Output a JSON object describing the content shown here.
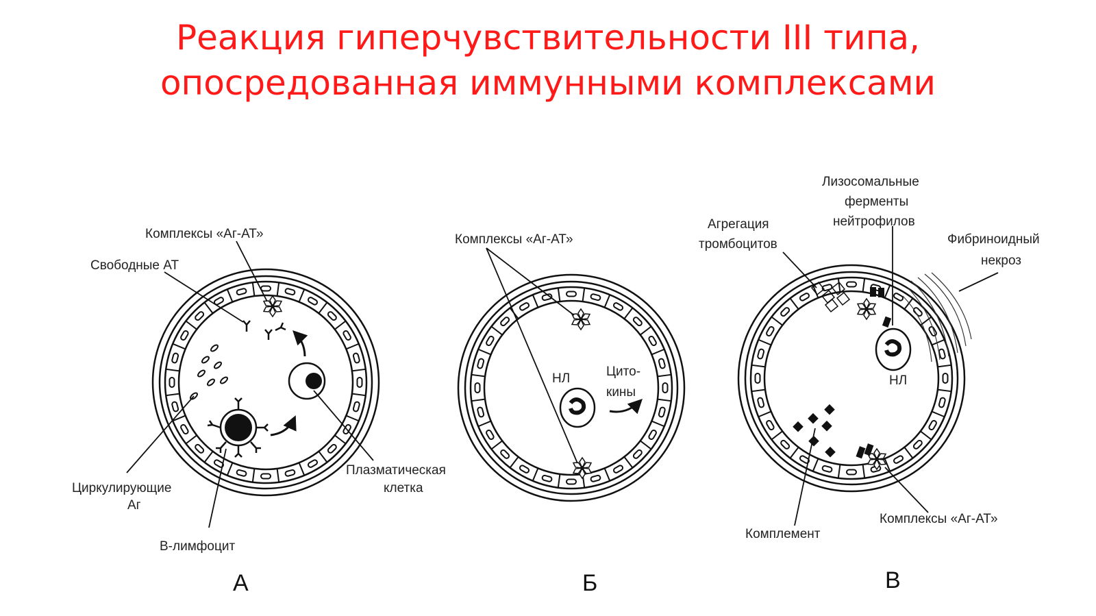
{
  "title": {
    "line1": "Реакция гиперчувствительности III типа,",
    "line2": "опосредованная иммунными комплексами"
  },
  "colors": {
    "title": "#ff1a1a",
    "ink": "#111111"
  },
  "panel_a": {
    "letter": "А",
    "labels": {
      "complexes": "Комплексы «Аг-АТ»",
      "free_ab": "Свободные АТ",
      "circ_ag_1": "Циркулирующие",
      "circ_ag_2": "Аг",
      "b_lymph": "В-лимфоцит",
      "plasma_1": "Плазматическая",
      "plasma_2": "клетка"
    }
  },
  "panel_b": {
    "letter": "Б",
    "labels": {
      "complexes": "Комплексы «Аг-АТ»",
      "nl": "НЛ",
      "cyto_1": "Цито-",
      "cyto_2": "кины"
    }
  },
  "panel_c": {
    "letter": "В",
    "labels": {
      "lyso_1": "Лизосомальные",
      "lyso_2": "ферменты",
      "lyso_3": "нейтрофилов",
      "aggr_1": "Агрегация",
      "aggr_2": "тромбоцитов",
      "fibr_1": "Фибриноидный",
      "fibr_2": "некроз",
      "nl": "НЛ",
      "complement": "Комплемент",
      "complexes": "Комплексы «Аг-АТ»"
    }
  }
}
